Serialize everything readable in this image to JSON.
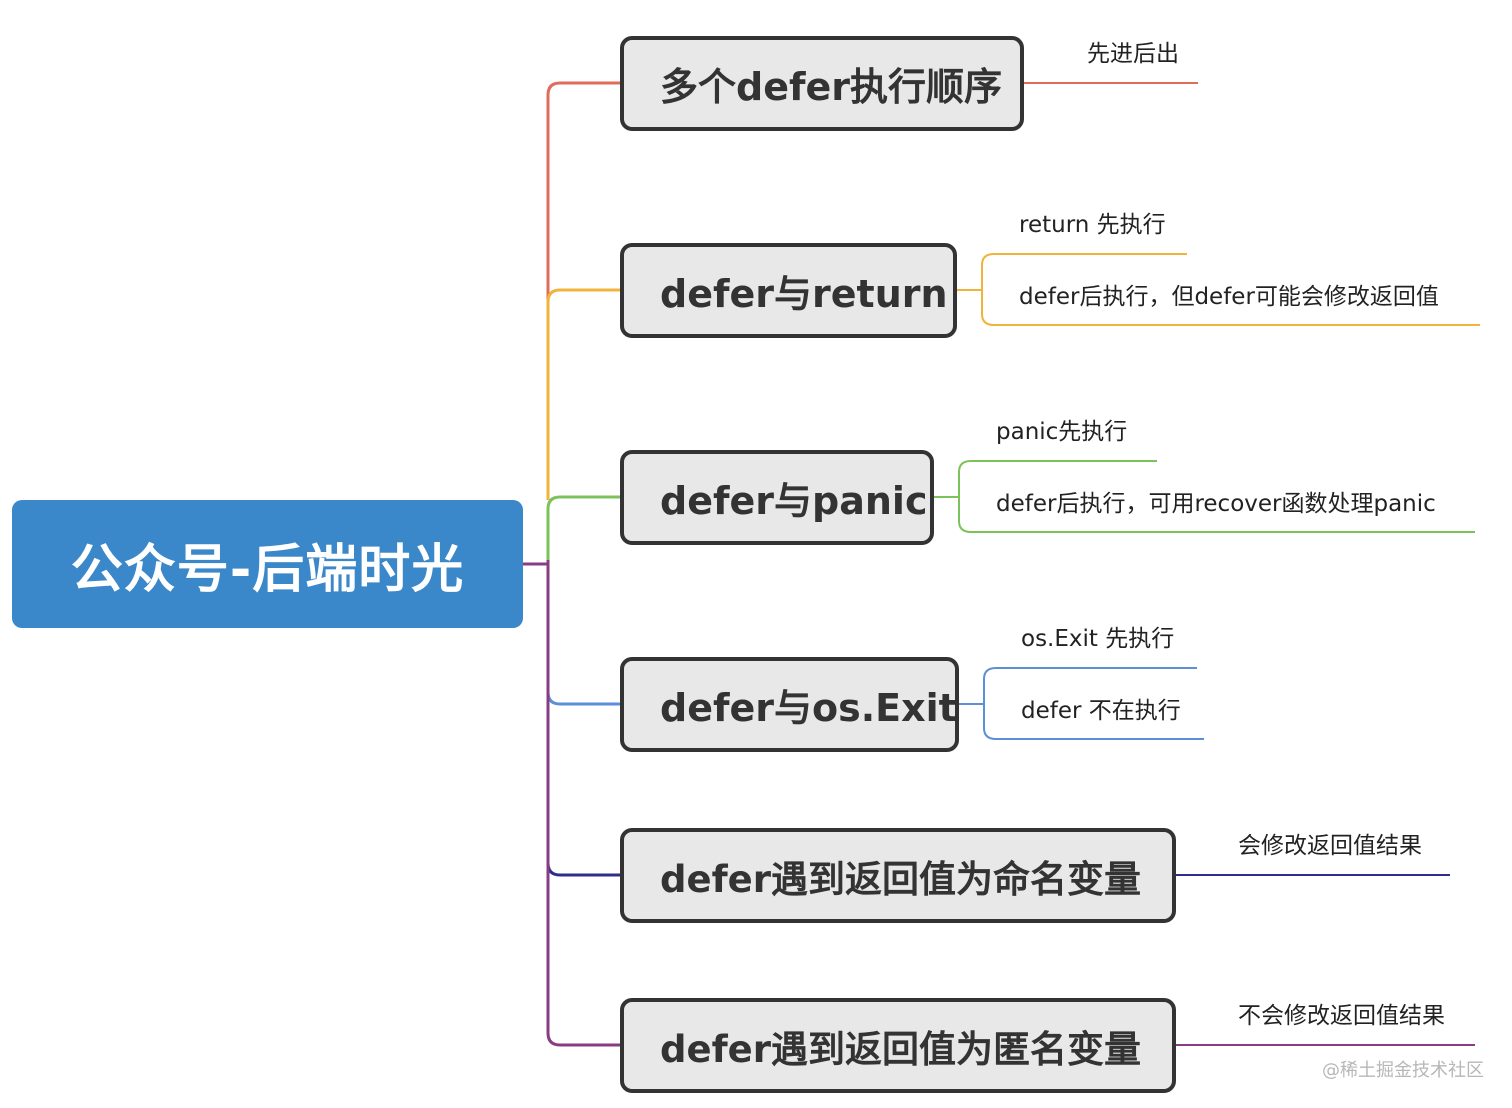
{
  "root": {
    "label": "公众号-后端时光",
    "color": "#3a87c9"
  },
  "branches": [
    {
      "label": "多个defer执行顺序",
      "color": "#e06c5a",
      "children": [
        "先进后出"
      ]
    },
    {
      "label": "defer与return",
      "color": "#f0b43c",
      "children": [
        "return 先执行",
        "defer后执行，但defer可能会修改返回值"
      ]
    },
    {
      "label": "defer与panic",
      "color": "#7cc25a",
      "children": [
        "panic先执行",
        "defer后执行，可用recover函数处理panic"
      ]
    },
    {
      "label": "defer与os.Exit",
      "color": "#5b8fd6",
      "children": [
        "os.Exit 先执行",
        "defer 不在执行"
      ]
    },
    {
      "label": "defer遇到返回值为命名变量",
      "color": "#2e2e8a",
      "children": [
        "会修改返回值结果"
      ]
    },
    {
      "label": "defer遇到返回值为匿名变量",
      "color": "#8a3c82",
      "children": [
        "不会修改返回值结果"
      ]
    }
  ],
  "trunk_color": "#8a3c82",
  "watermark": "@稀土掘金技术社区"
}
